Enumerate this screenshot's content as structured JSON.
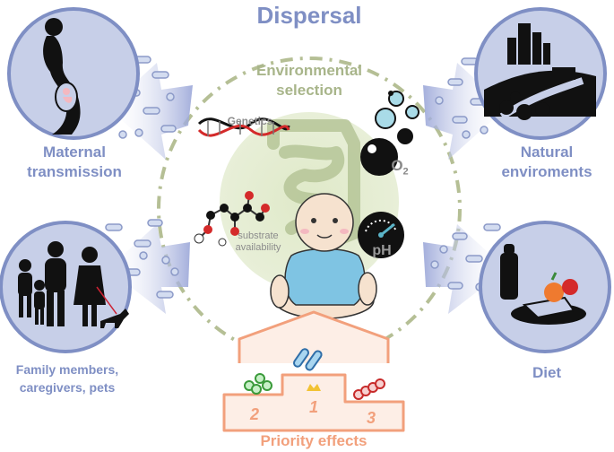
{
  "title": "Dispersal",
  "center": {
    "label_line1": "Environmental",
    "label_line2": "selection",
    "genetics": "Genetics",
    "substrate_line1": "substrate",
    "substrate_line2": "availability",
    "o2": "O",
    "o2_sub": "2",
    "ph": "pH"
  },
  "sources": {
    "maternal_line1": "Maternal",
    "maternal_line2": "transmission",
    "natural_line1": "Natural",
    "natural_line2": "enviroments",
    "family_line1": "Family members,",
    "family_line2": "caregivers, pets",
    "diet": "Diet"
  },
  "podium": {
    "first": "1",
    "second": "2",
    "third": "3",
    "label": "Priority effects"
  },
  "colors": {
    "blue": "#7f8fc4",
    "circle_fill": "#c7cfe8",
    "green": "#a8b58a",
    "orange": "#f2a07c"
  }
}
